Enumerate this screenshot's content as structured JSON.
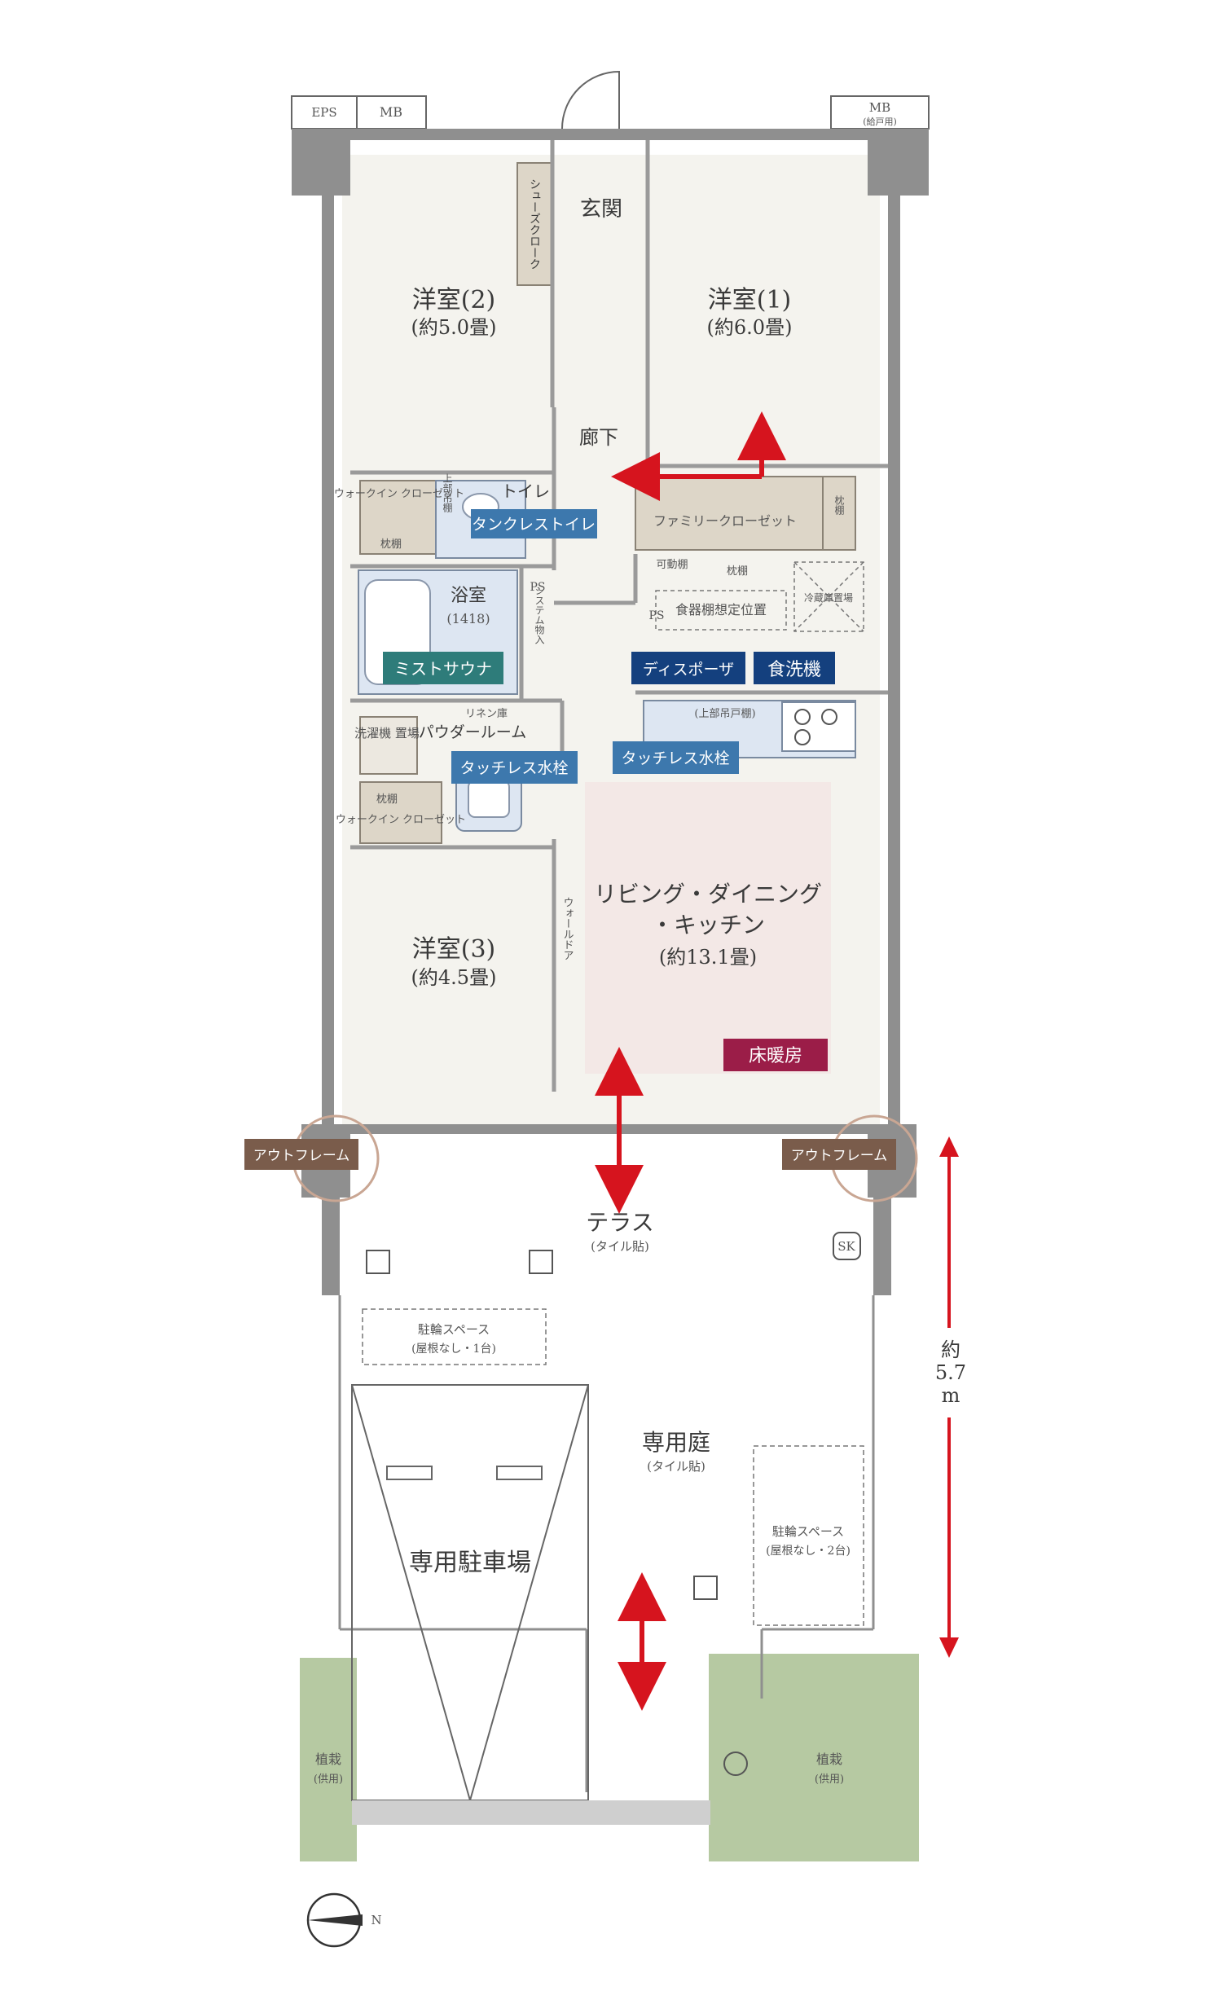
{
  "meters": {
    "eps": "EPS",
    "mb_left": "MB",
    "mb_right": "MB",
    "mb_right_sub": "(給戸用)"
  },
  "rooms": {
    "entrance": "玄関",
    "shoes_cloak": "シューズクローク",
    "western2_name": "洋室(2)",
    "western2_size": "(約5.0畳)",
    "western1_name": "洋室(1)",
    "western1_size": "(約6.0畳)",
    "hallway": "廊下",
    "walkin_closet": "ウォークイン\nクローゼット",
    "shelf_a": "枕棚",
    "toilet": "トイレ",
    "toilet_upper": "上部吊棚",
    "family_closet": "ファミリークローゼット",
    "shelf_b": "枕棚",
    "movable_shelf": "可動棚",
    "shelf_c": "枕棚",
    "bath_name": "浴室",
    "bath_size": "(1418)",
    "ps_a": "PS",
    "system_storage": "システム物入",
    "ps_b": "PS",
    "cupboard_space": "食器棚想定位置",
    "fridge_space": "冷蔵庫置場",
    "linen": "リネン庫",
    "washer": "洗濯機\n置場",
    "powder_room": "パウダールーム",
    "kitchen_upper": "(上部吊戸棚)",
    "shelf_d": "枕棚",
    "walkin_closet_b": "ウォークイン\nクローゼット",
    "ldk_name_1": "リビング・ダイニング",
    "ldk_name_2": "・キッチン",
    "ldk_size": "(約13.1畳)",
    "wall_door": "ウォールドア",
    "western3_name": "洋室(3)",
    "western3_size": "(約4.5畳)",
    "terrace": "テラス",
    "terrace_sub": "(タイル貼)",
    "sk": "SK",
    "bike_a_1": "駐輪スペース",
    "bike_a_2": "(屋根なし・1台)",
    "garden": "専用庭",
    "garden_sub": "(タイル貼)",
    "bike_b_1": "駐輪スペース",
    "bike_b_2": "(屋根なし・2台)",
    "parking": "専用駐車場",
    "planting_left_1": "植栽",
    "planting_left_2": "(供用)",
    "planting_right_1": "植栽",
    "planting_right_2": "(供用)"
  },
  "badges": {
    "tankless_toilet": "タンクレストイレ",
    "mist_sauna": "ミストサウナ",
    "disposer": "ディスポーザ",
    "dishwasher": "食洗機",
    "touchless_faucet_a": "タッチレス水栓",
    "touchless_faucet_b": "タッチレス水栓",
    "floor_heating": "床暖房",
    "outframe_left": "アウトフレーム",
    "outframe_right": "アウトフレーム"
  },
  "dimension": {
    "line1": "約",
    "line2": "5.7",
    "line3": "m"
  },
  "compass": {
    "north": "N"
  },
  "colors": {
    "wall": "#8f8f8f",
    "floor": "#f4f3ee",
    "ldk_fill": "#f3e8e6",
    "closet": "#ddd6c8",
    "wet_area": "#dde6f2",
    "badge_blue": "#3d78ad",
    "badge_navy": "#14407e",
    "badge_teal": "#2e7c7a",
    "badge_crimson": "#9b1d48",
    "badge_brown": "#7a5c4b",
    "planting": "#b6c9a2",
    "arrow_red": "#d6141e"
  }
}
